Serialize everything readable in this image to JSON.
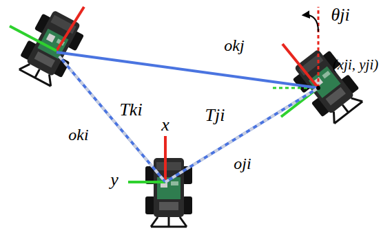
{
  "diagram": {
    "labels": [
      "θji",
      "(xji, yji)",
      "okj",
      "Tki",
      "x",
      "Tji",
      "oki",
      "y",
      "oji"
    ]
  }
}
